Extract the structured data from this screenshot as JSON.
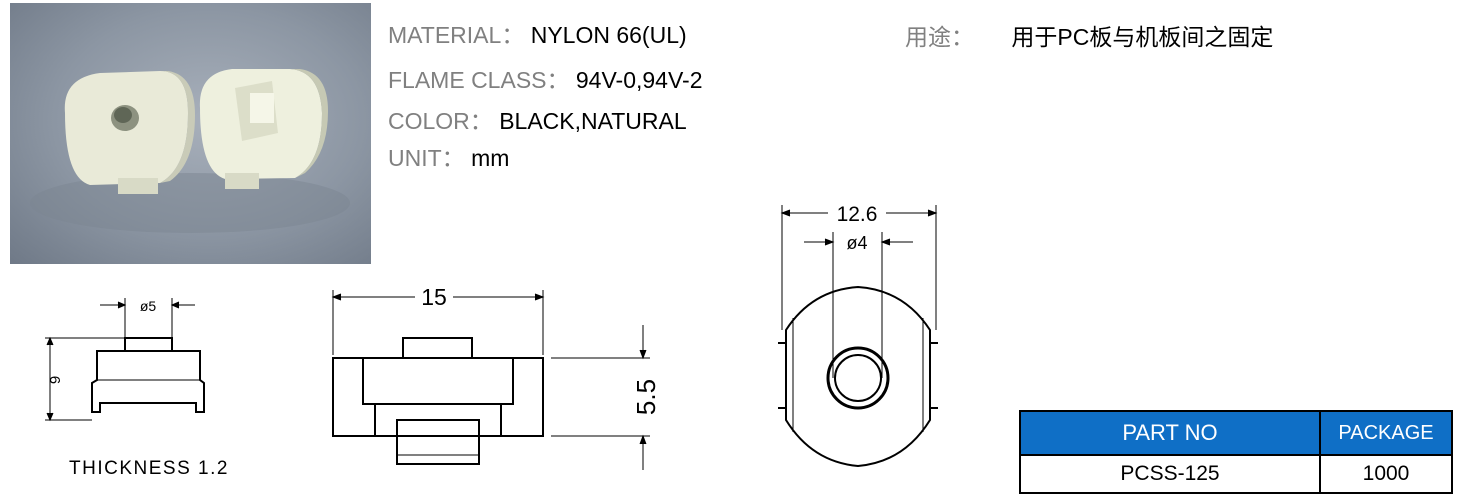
{
  "specs": {
    "material": {
      "label": "MATERIAL：",
      "value": "NYLON 66(UL)"
    },
    "flame": {
      "label": "FLAME CLASS：",
      "value": "94V-0,94V-2"
    },
    "color": {
      "label": "COLOR：",
      "value": "BLACK,NATURAL"
    },
    "unit": {
      "label": "UNIT：",
      "value": "mm"
    }
  },
  "usage": {
    "label": "用途：",
    "value": "用于PC板与机板间之固定"
  },
  "dimensions": {
    "side_width": "ø5",
    "side_height": "9",
    "thickness": "THICKNESS  1.2",
    "front_width": "15",
    "front_height": "5.5",
    "top_width": "12.6",
    "top_hole": "ø4"
  },
  "table": {
    "headers": [
      "PART NO",
      "PACKAGE"
    ],
    "rows": [
      [
        "PCSS-125",
        "1000"
      ]
    ]
  },
  "colors": {
    "header_bg": "#0f6fc6",
    "label_gray": "#808080"
  }
}
